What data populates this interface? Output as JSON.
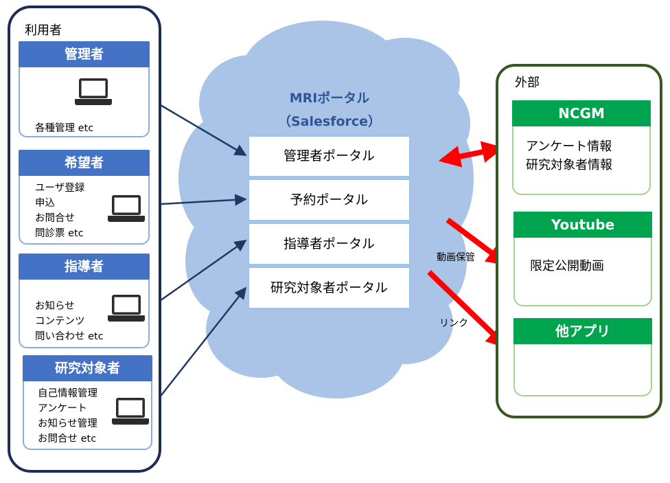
{
  "users_panel": {
    "title": "利用者",
    "cards": [
      {
        "title": "管理者",
        "description": "各種管理 etc",
        "icon": "laptop-icon"
      },
      {
        "title": "希望者",
        "description": "ユーザ登録\n申込\nお問合せ\n問診票 etc",
        "icon": "laptop-icon"
      },
      {
        "title": "指導者",
        "description": "お知らせ\nコンテンツ\n問い合わせ etc",
        "icon": "laptop-icon"
      },
      {
        "title": "研究対象者",
        "description": "自己情報管理\nアンケート\nお知らせ管理\nお問合せ etc",
        "icon": "laptop-icon"
      }
    ]
  },
  "portal": {
    "title_line1": "MRIポータル",
    "title_line2": "（Salesforce）",
    "boxes": [
      "管理者ポータル",
      "予約ポータル",
      "指導者ポータル",
      "研究対象者ポータル"
    ]
  },
  "external_panel": {
    "title": "外部",
    "cards": [
      {
        "title": "NCGM",
        "body": "アンケート情報\n研究対象者情報"
      },
      {
        "title": "Youtube",
        "body": "限定公開動画"
      },
      {
        "title": "他アプリ",
        "body": ""
      }
    ]
  },
  "connector_labels": {
    "video_storage": "動画保管",
    "link": "リンク"
  },
  "colors": {
    "user_header": "#4472c4",
    "user_border": "#8eaadb",
    "user_panel_border": "#1f2d56",
    "cloud": "#a9c4e6",
    "portal_title": "#2f5597",
    "ext_header": "#00a34e",
    "ext_border": "#a9d18e",
    "ext_panel_border": "#385723",
    "arrow_red": "#ff0000",
    "arrow_navy": "#1f3864"
  }
}
